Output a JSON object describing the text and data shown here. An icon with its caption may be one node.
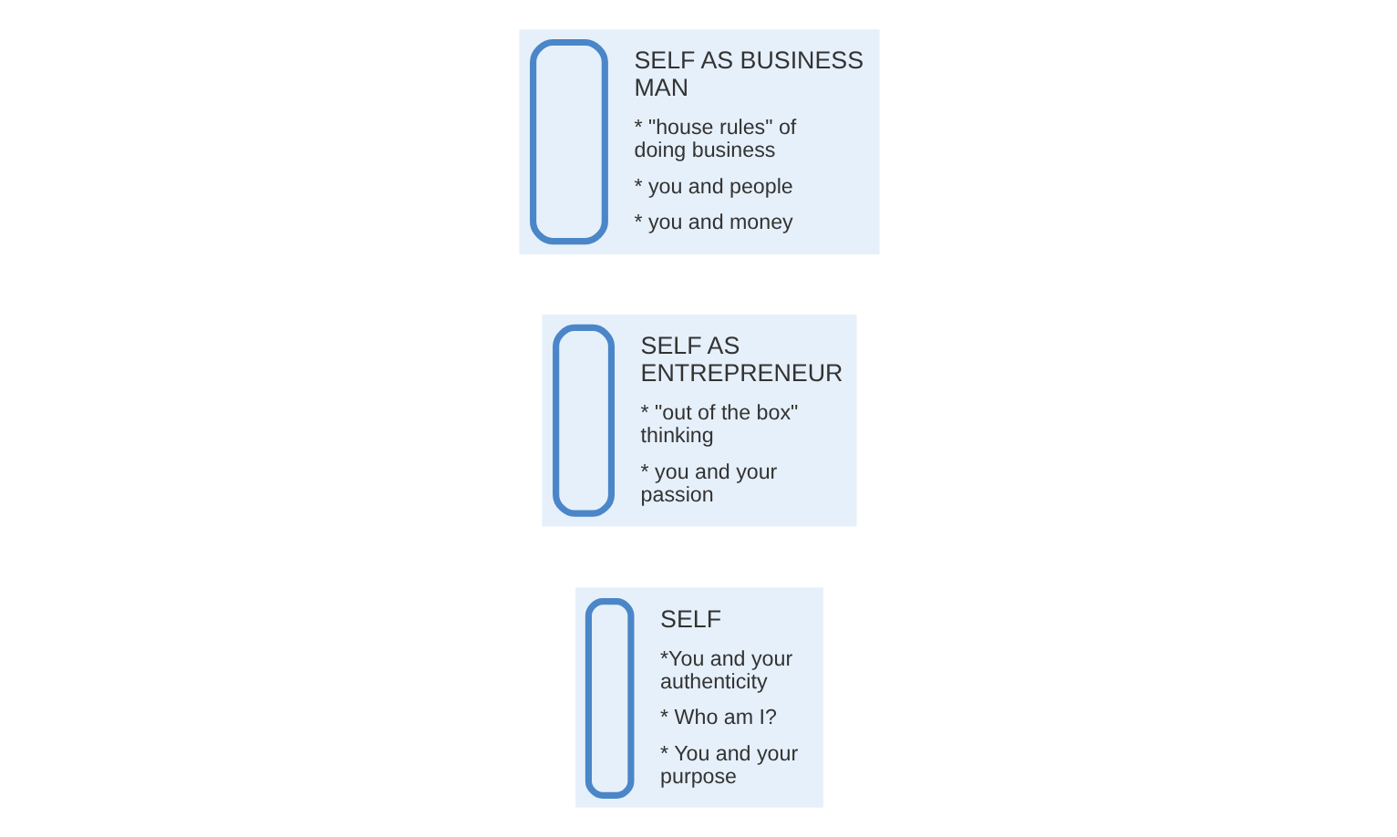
{
  "diagram": {
    "nodes": [
      {
        "text": [
          "SELF",
          "*You and your authenticity",
          "* Who am I?",
          "* You and your purpose"
        ]
      },
      {
        "text": [
          "SELF AS ENTREPRENEUR",
          "* \"out of the box\" thinking",
          "* you and your passion"
        ]
      },
      {
        "text": [
          "SELF AS BUSINESS MAN",
          "* \"house rules\" of doing business",
          "* you and people",
          "* you and money"
        ]
      }
    ]
  }
}
